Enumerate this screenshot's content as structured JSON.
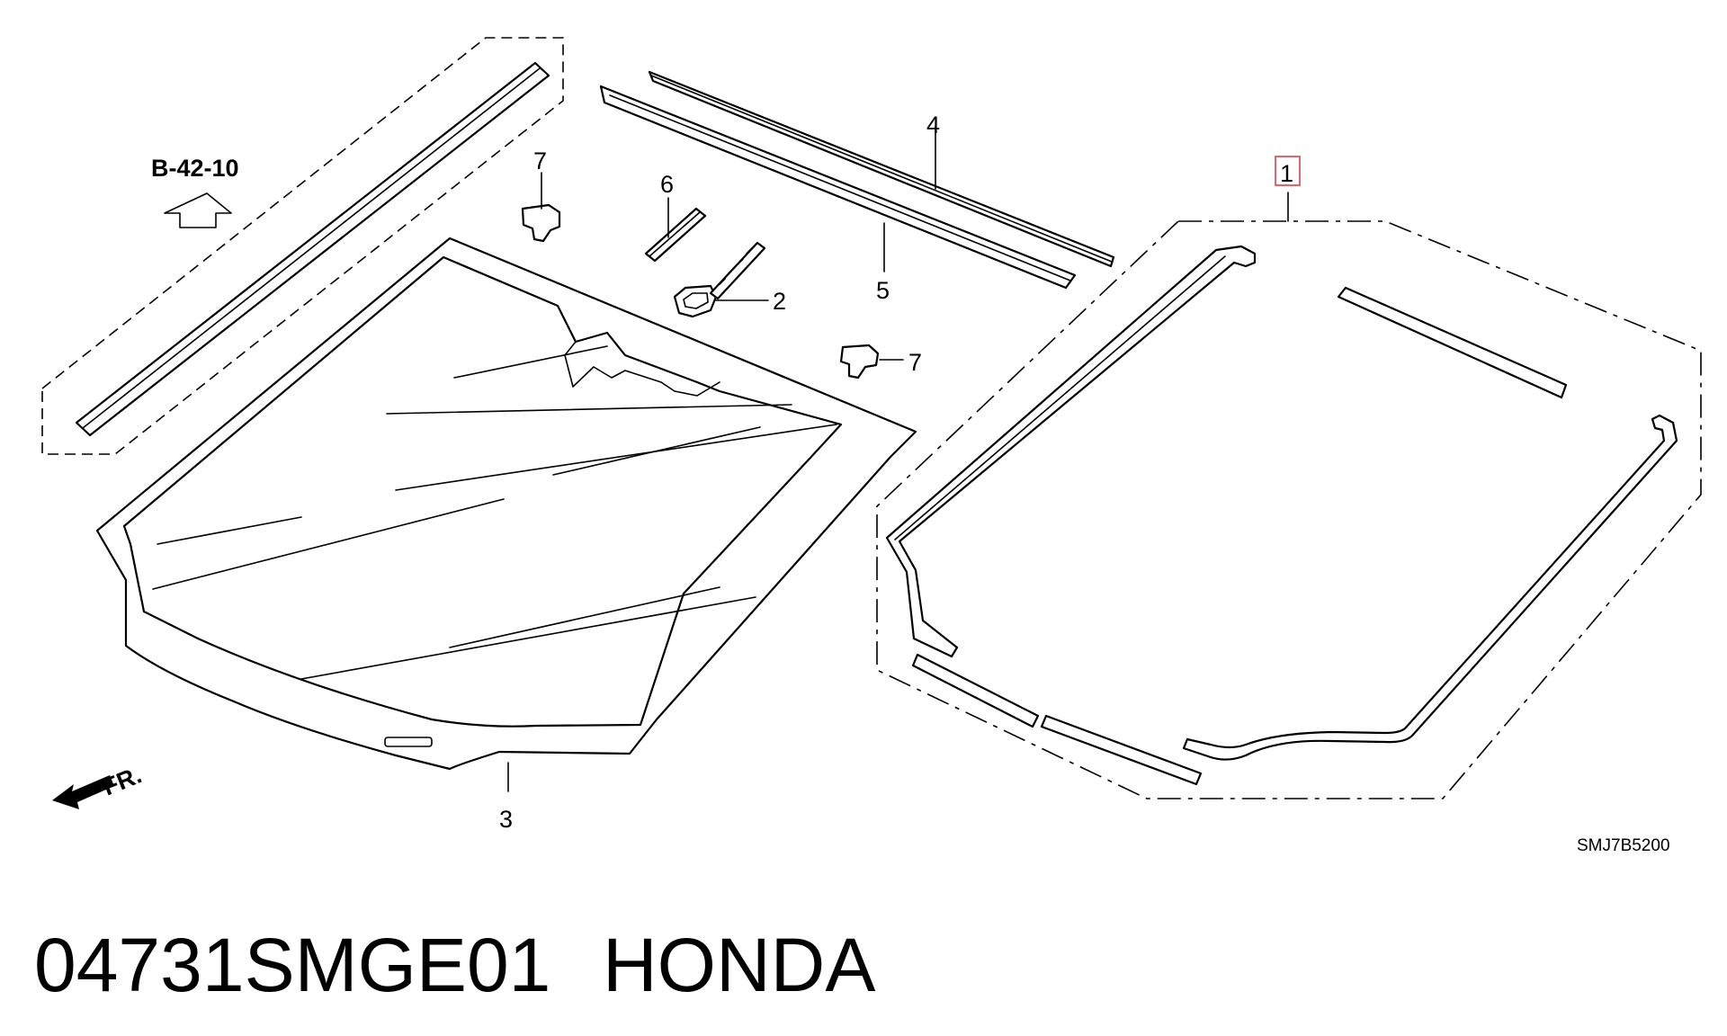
{
  "diagram": {
    "reference": "B-42-10",
    "front_marker": "FR.",
    "drawing_code": "SMJ7B5200",
    "callouts": {
      "c1": "1",
      "c2": "2",
      "c3": "3",
      "c4": "4",
      "c5": "5",
      "c6": "6",
      "c7a": "7",
      "c7b": "7"
    },
    "highlighted_callout": "1",
    "highlight_color": "#e0565a"
  },
  "caption": {
    "part_number": "04731SMGE01",
    "brand": "HONDA"
  }
}
